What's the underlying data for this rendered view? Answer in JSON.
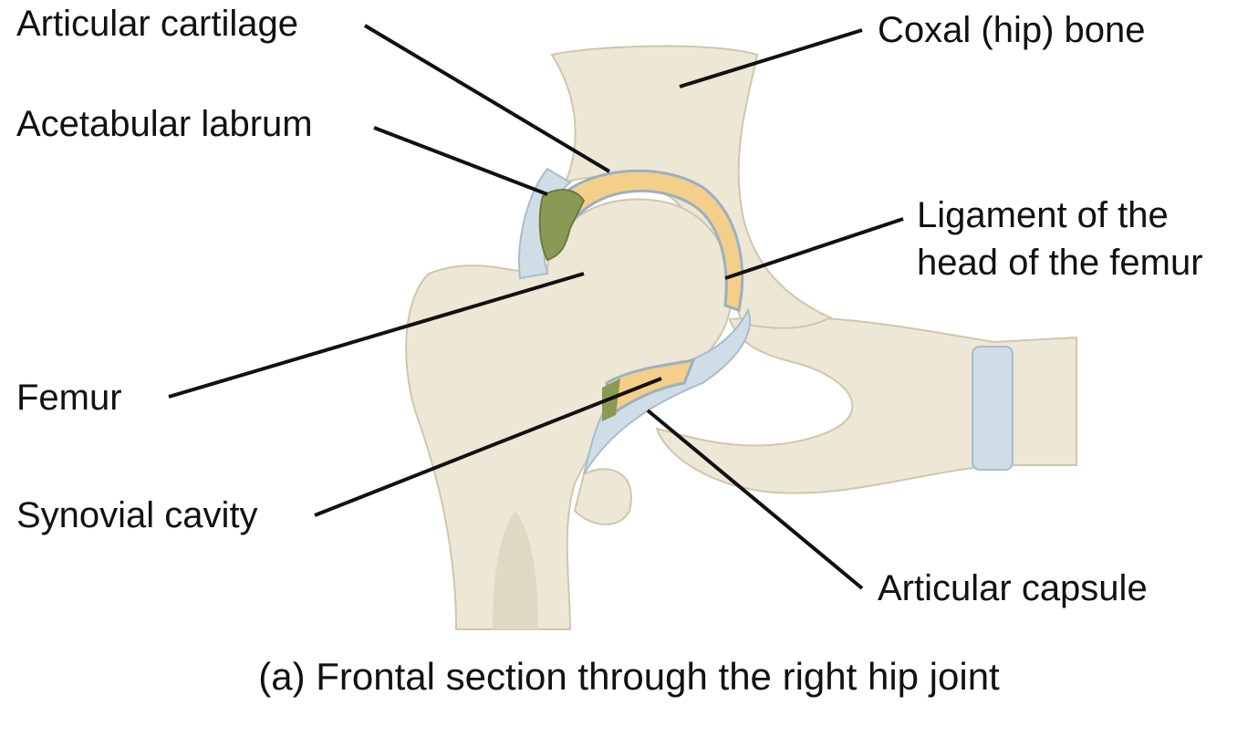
{
  "labels": {
    "articular_cartilage": "Articular cartilage",
    "coxal_bone": "Coxal (hip) bone",
    "acetabular_labrum": "Acetabular labrum",
    "ligament_line1": "Ligament of the",
    "ligament_line2": "head of the femur",
    "femur": "Femur",
    "synovial_cavity": "Synovial cavity",
    "articular_capsule": "Articular capsule"
  },
  "caption": "(a) Frontal section through the right hip joint",
  "colors": {
    "bone": "#ede7d6",
    "bone_edge": "#cfc6ad",
    "cartilage": "#f3cf8a",
    "labrum": "#8a9a55",
    "capsule": "#cfdde6",
    "leader": "#111111"
  }
}
